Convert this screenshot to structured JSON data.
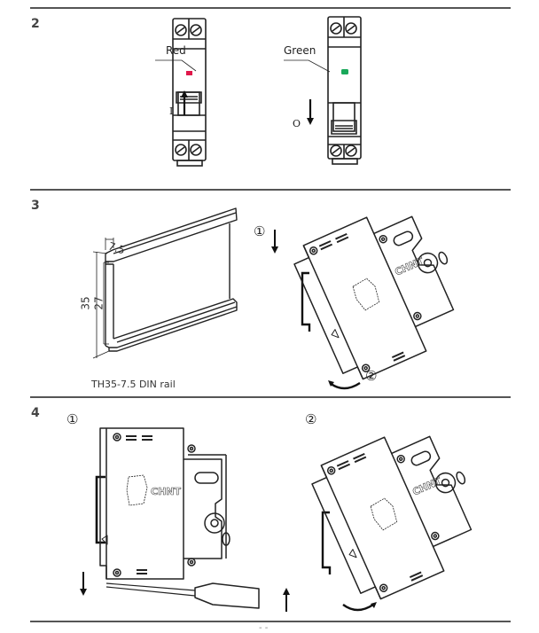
{
  "sections": [
    {
      "number": "2",
      "breakers": [
        {
          "indicator_label": "Red",
          "indicator_color": "#e0174a",
          "position_label": "I",
          "arrow": "up"
        },
        {
          "indicator_label": "Green",
          "indicator_color": "#1aa85a",
          "position_label": "O",
          "arrow": "down"
        }
      ]
    },
    {
      "number": "3",
      "rail": {
        "dim_width": "7.5",
        "dim_height_outer": "35",
        "dim_height_inner": "27",
        "caption": "TH35-7.5 DIN rail"
      },
      "steps": [
        "①",
        "②"
      ],
      "brand": "CHNT"
    },
    {
      "number": "4",
      "steps": [
        "①",
        "②"
      ],
      "brand": "CHNT"
    }
  ],
  "page_number": "- -",
  "colors": {
    "rule": "#555555",
    "ink": "#222222"
  }
}
